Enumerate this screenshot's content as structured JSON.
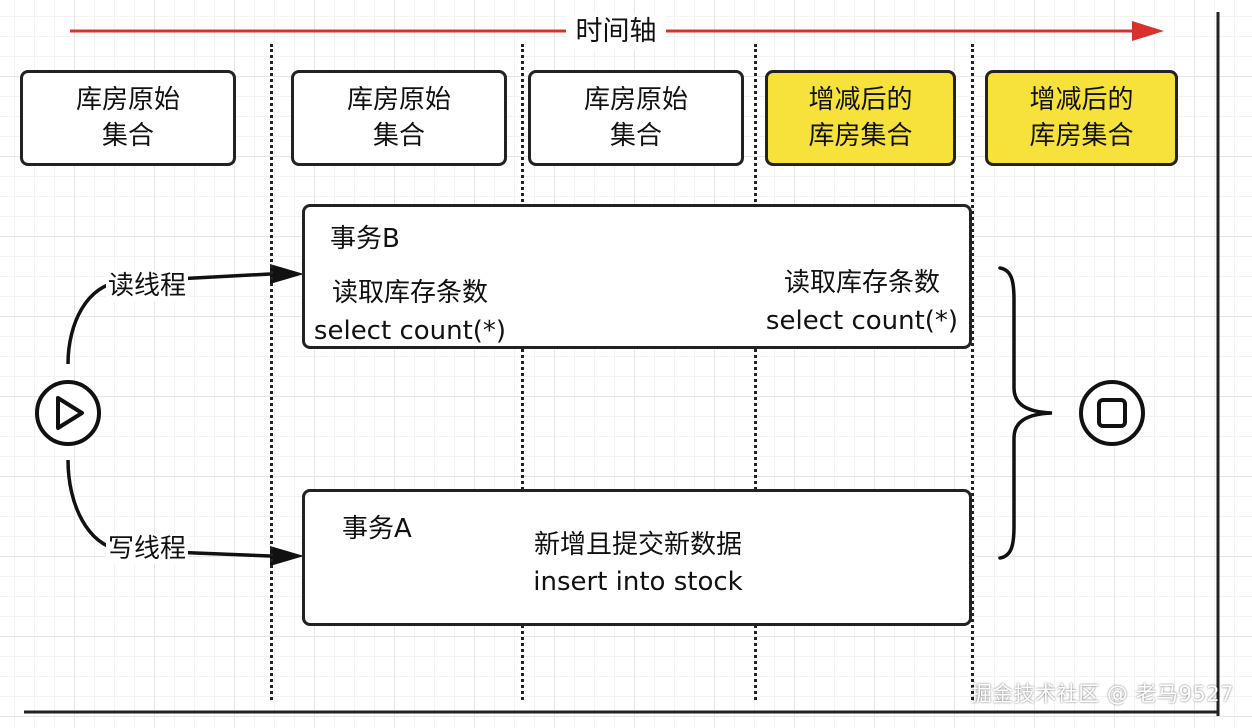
{
  "timeline": {
    "title": "时间轴"
  },
  "header_boxes": [
    {
      "text": "库房原始\n集合",
      "highlight": false
    },
    {
      "text": "库房原始\n集合",
      "highlight": false
    },
    {
      "text": "库房原始\n集合",
      "highlight": false
    },
    {
      "text": "增减后的\n库房集合",
      "highlight": true
    },
    {
      "text": "增减后的\n库房集合",
      "highlight": true
    }
  ],
  "transaction_b": {
    "title": "事务B",
    "read_1": "读取库存条数",
    "sql_1": "select count(*)",
    "read_2": "读取库存条数",
    "sql_2": "select count(*)"
  },
  "transaction_a": {
    "title": "事务A",
    "action": "新增且提交新数据",
    "sql": "insert into stock"
  },
  "threads": {
    "read": "读线程",
    "write": "写线程"
  },
  "icons": {
    "start": "play-icon",
    "end": "stop-icon"
  },
  "colors": {
    "highlight": "#f7e23b",
    "timeline_arrow": "#d9312b"
  },
  "watermark": "掘金技术社区 @ 老马9527"
}
